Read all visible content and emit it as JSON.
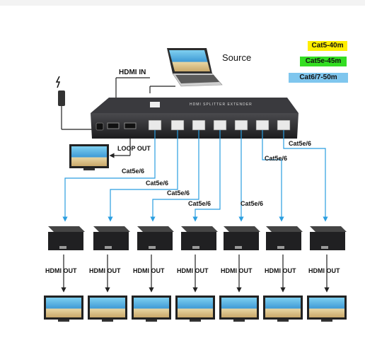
{
  "labels": {
    "source": "Source",
    "hdmi_in": "HDMI IN",
    "loop_out": "LOOP OUT",
    "device_name": "HDMI SPLITTER EXTENDER",
    "hdmi_out": "HDMI OUT"
  },
  "cable_labels": [
    "Cat5e/6",
    "Cat5e/6",
    "Cat5e/6",
    "Cat5e/6",
    "Cat5e/6",
    "Cat5e/6",
    "Cat5e/6"
  ],
  "legend": [
    {
      "text": "Cat5-40m",
      "color": "#ffee00"
    },
    {
      "text": "Cat5e-45m",
      "color": "#33dd22"
    },
    {
      "text": "Cat6/7-50m",
      "color": "#7fc6ee"
    }
  ],
  "colors": {
    "cable": "#2a9ee0",
    "device": "#2a2a2c",
    "arrow": "#222222"
  }
}
